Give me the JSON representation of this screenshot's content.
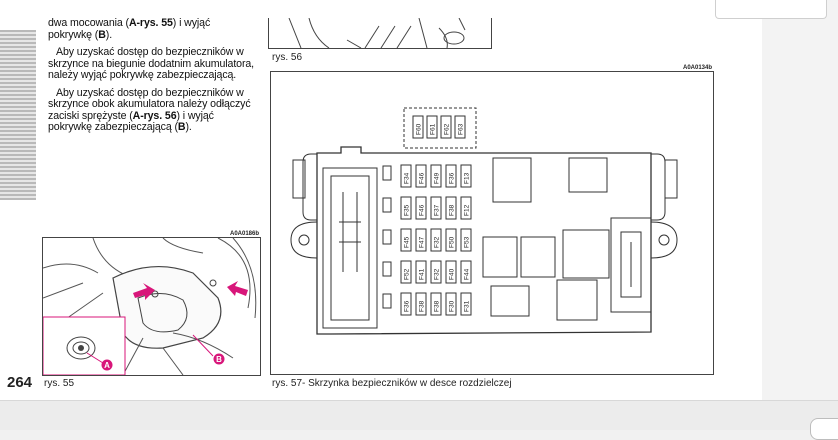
{
  "page": {
    "number": "264",
    "paragraphs": [
      {
        "parts": [
          [
            "dwa mocowania (",
            false
          ],
          [
            "A-rys. 55",
            true
          ],
          [
            ") i wyjąć pokrywkę (",
            false
          ],
          [
            "B",
            true
          ],
          [
            ").",
            false
          ]
        ]
      },
      {
        "parts": [
          [
            "Aby uzyskać dostęp do bezpieczników w skrzynce na biegunie dodatnim akumulatora, należy wyjąć pokrywkę zabezpieczającą.",
            false
          ]
        ]
      },
      {
        "parts": [
          [
            "Aby uzyskać dostęp do bezpieczników w skrzynce obok akumulatora należy odłączyć zaciski sprężyste (",
            false
          ],
          [
            "A-rys. 56",
            true
          ],
          [
            ") i wyjąć pokrywkę zabezpieczającą (",
            false
          ],
          [
            "B",
            true
          ],
          [
            ").",
            false
          ]
        ]
      }
    ]
  },
  "figures": {
    "fig55": {
      "caption": "rys. 55",
      "code": "A0A0186b",
      "callout_a": "A",
      "callout_b": "B"
    },
    "fig56": {
      "caption": "rys. 56"
    },
    "fig57": {
      "caption": "rys. 57- Skrzynka bezpieczników w desce rozdzielczej",
      "code": "A0A0134b",
      "dashed_fuses": [
        "F60",
        "F61",
        "F62",
        "F63"
      ],
      "fuse_grid": [
        [
          "F34",
          "F46",
          "F49",
          "F36",
          "F13"
        ],
        [
          "F35",
          "F46",
          "F37",
          "F38",
          "F12"
        ],
        [
          "F45",
          "F47",
          "F32",
          "F50",
          "F53"
        ],
        [
          "F52",
          "F41",
          "F32",
          "F40",
          "F44"
        ],
        [
          "F36",
          "F38",
          "F38",
          "F30",
          "F31"
        ]
      ]
    }
  },
  "colors": {
    "callout": "#d8167a",
    "line": "#333333"
  }
}
